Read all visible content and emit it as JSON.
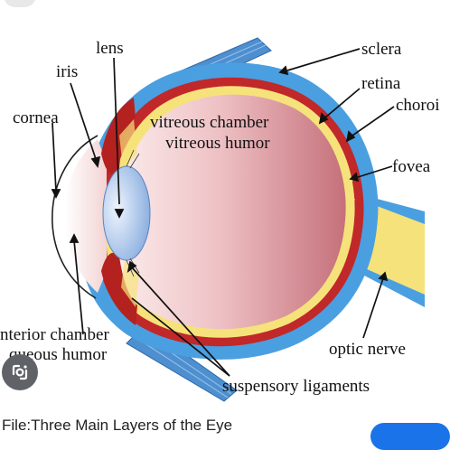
{
  "labels": {
    "lens": "lens",
    "iris": "iris",
    "cornea": "cornea",
    "sclera": "sclera",
    "retina": "retina",
    "choroid": "choroi",
    "fovea": "fovea",
    "vitreous_chamber": "vitreous chamber",
    "vitreous_humor": "vitreous humor",
    "anterior_chamber": "nterior chamber",
    "aqueous_humor": "queous humor",
    "optic_nerve": "optic nerve",
    "suspensory_ligaments": "suspensory ligaments"
  },
  "caption": "File:Three Main Layers of the Eye",
  "icons": {
    "lens_button": "google-lens-icon"
  },
  "colors": {
    "sclera": "#4a9fe0",
    "choroid": "#c0282a",
    "retina": "#f6e27a",
    "vitreous_light": "#f7e4e4",
    "vitreous_dark": "#c9767e",
    "lens": "#a9c6ee",
    "optic_nerve": "#f6e27a"
  }
}
